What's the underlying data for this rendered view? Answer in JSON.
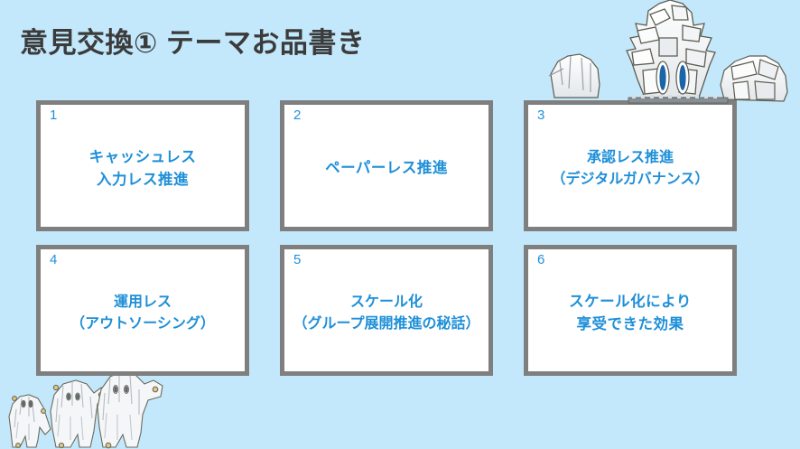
{
  "slide": {
    "background_color": "#c3e8fb",
    "title": "意見交換① テーマお品書き",
    "title_color": "#3b3b3b"
  },
  "cards": [
    {
      "number": "1",
      "text": "キャッシュレス\n入力レス推進",
      "text_color": "#1e8fd8",
      "border_color": "#7f7f7f",
      "background_color": "#ffffff"
    },
    {
      "number": "2",
      "text": "ペーパーレス推進",
      "text_color": "#1e8fd8",
      "border_color": "#7f7f7f",
      "background_color": "#ffffff"
    },
    {
      "number": "3",
      "text": "承認レス推進\n（デジタルガバナンス）",
      "text_color": "#1e8fd8",
      "border_color": "#7f7f7f",
      "background_color": "#ffffff"
    },
    {
      "number": "4",
      "text": "運用レス\n（アウトソーシング）",
      "text_color": "#1e8fd8",
      "border_color": "#7f7f7f",
      "background_color": "#ffffff"
    },
    {
      "number": "5",
      "text": "スケール化\n（グループ展開推進の秘話）",
      "text_color": "#1e8fd8",
      "border_color": "#7f7f7f",
      "background_color": "#ffffff"
    },
    {
      "number": "6",
      "text": "スケール化により\n享受できた効果",
      "text_color": "#1e8fd8",
      "border_color": "#7f7f7f",
      "background_color": "#ffffff"
    }
  ],
  "decorations": {
    "top_right": "snow-covered-tree-illustration",
    "bottom_left": "snow-monster-characters-illustration"
  }
}
